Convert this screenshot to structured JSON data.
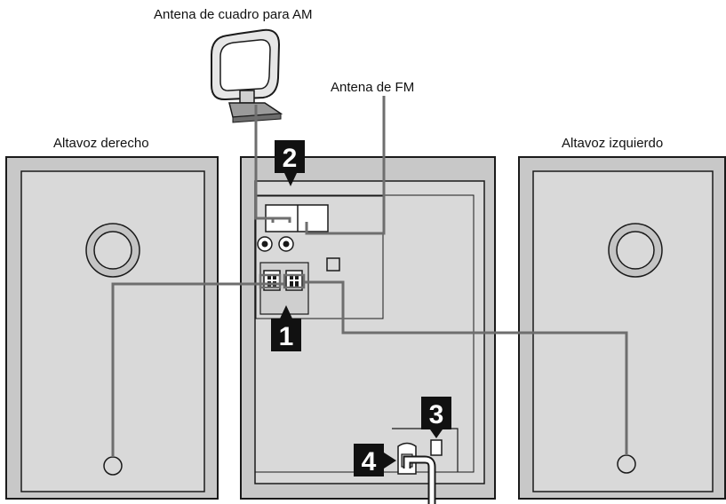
{
  "labels": {
    "am_antenna": "Antena de cuadro para AM",
    "fm_antenna": "Antena de FM",
    "right_speaker": "Altavoz derecho",
    "left_speaker": "Altavoz izquierdo"
  },
  "steps": [
    "1",
    "2",
    "3",
    "4"
  ],
  "colors": {
    "cabinet": "#c8c8c8",
    "panel": "#d9d9d9",
    "outline": "#1a1a1a",
    "wire": "#6e6e6e",
    "badge": "#111111",
    "badge_text": "#ffffff"
  }
}
